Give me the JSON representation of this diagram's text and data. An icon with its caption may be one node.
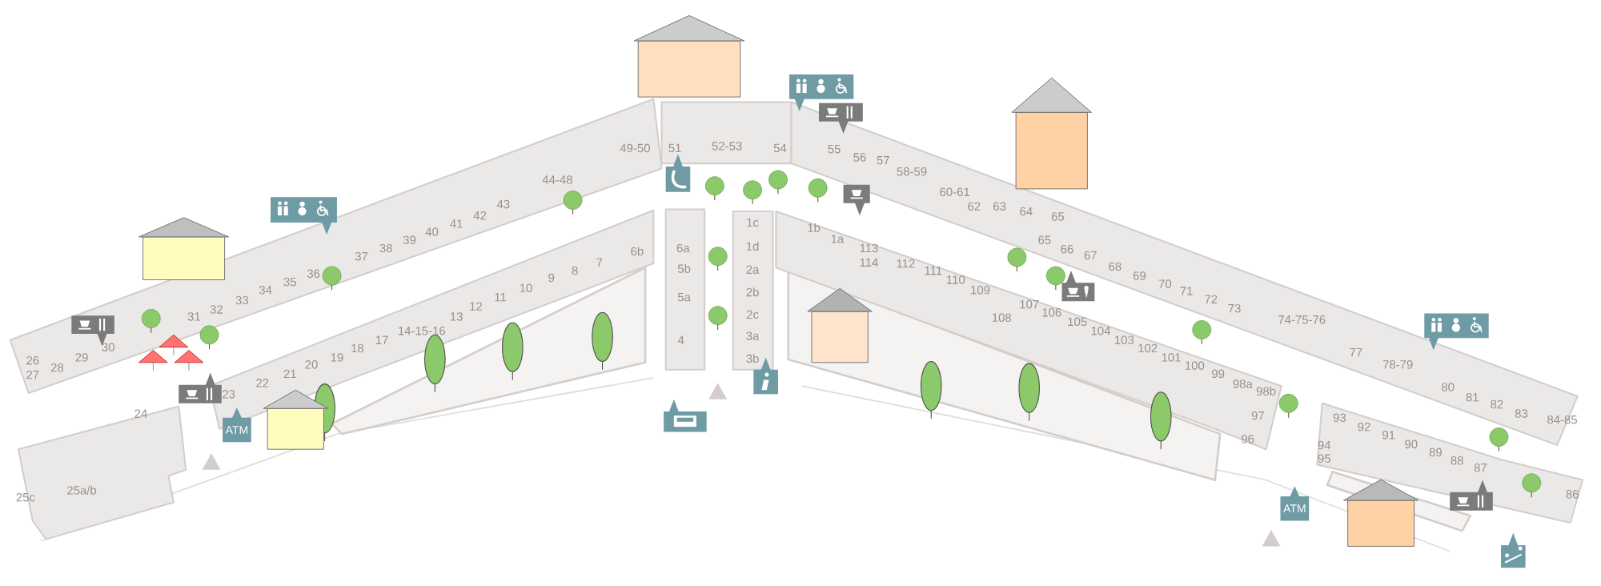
{
  "diagram": {
    "labels": [
      "26",
      "27",
      "28",
      "29",
      "30",
      "31",
      "32",
      "33",
      "34",
      "35",
      "36",
      "37",
      "38",
      "39",
      "40",
      "41",
      "42",
      "43",
      "44-48",
      "49-50",
      "51",
      "52-53",
      "54",
      "55",
      "56",
      "57",
      "58-59",
      "60-61",
      "62",
      "63",
      "64",
      "65",
      "65",
      "66",
      "67",
      "68",
      "69",
      "70",
      "71",
      "72",
      "73",
      "74-75-76",
      "77",
      "78-79",
      "80",
      "81",
      "82",
      "83",
      "84-85",
      "25c",
      "25a/b",
      "24",
      "23",
      "22",
      "21",
      "20",
      "19",
      "18",
      "17",
      "14-15-16",
      "13",
      "12",
      "11",
      "10",
      "9",
      "8",
      "7",
      "6b",
      "6a",
      "5b",
      "5a",
      "4",
      "1c",
      "1d",
      "2a",
      "2b",
      "2c",
      "3a",
      "3b",
      "1b",
      "1a",
      "113",
      "114",
      "112",
      "111",
      "110",
      "109",
      "108",
      "107",
      "106",
      "105",
      "104",
      "103",
      "102",
      "101",
      "100",
      "99",
      "98a",
      "98b",
      "97",
      "96",
      "93",
      "92",
      "91",
      "90",
      "89",
      "88",
      "87",
      "86",
      "94",
      "95",
      "ATM",
      "ATM"
    ]
  }
}
